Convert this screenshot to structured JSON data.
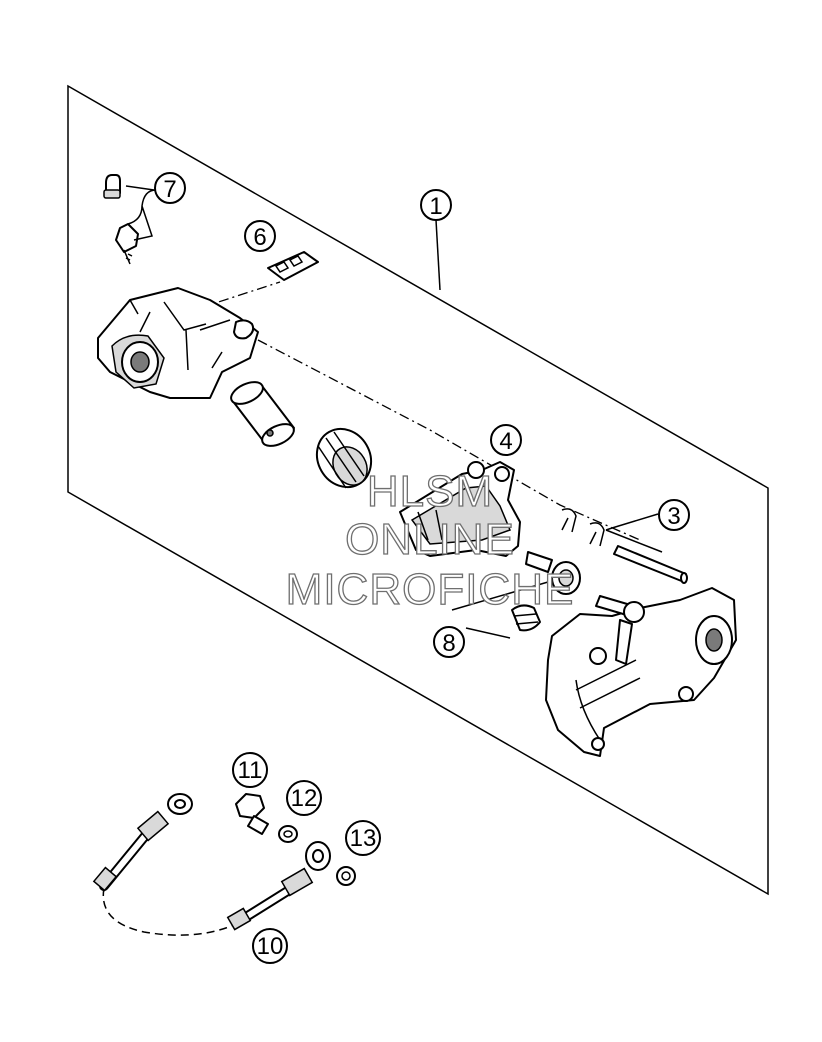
{
  "callouts": [
    {
      "id": "1",
      "label": "1"
    },
    {
      "id": "3",
      "label": "3"
    },
    {
      "id": "4",
      "label": "4"
    },
    {
      "id": "6",
      "label": "6"
    },
    {
      "id": "7",
      "label": "7"
    },
    {
      "id": "8",
      "label": "8"
    },
    {
      "id": "10",
      "label": "10"
    },
    {
      "id": "11",
      "label": "11"
    },
    {
      "id": "12",
      "label": "12"
    },
    {
      "id": "13",
      "label": "13"
    }
  ],
  "watermark": {
    "line1": "HLSM",
    "line2": "ONLINE",
    "line3": "MICROFICHE"
  }
}
